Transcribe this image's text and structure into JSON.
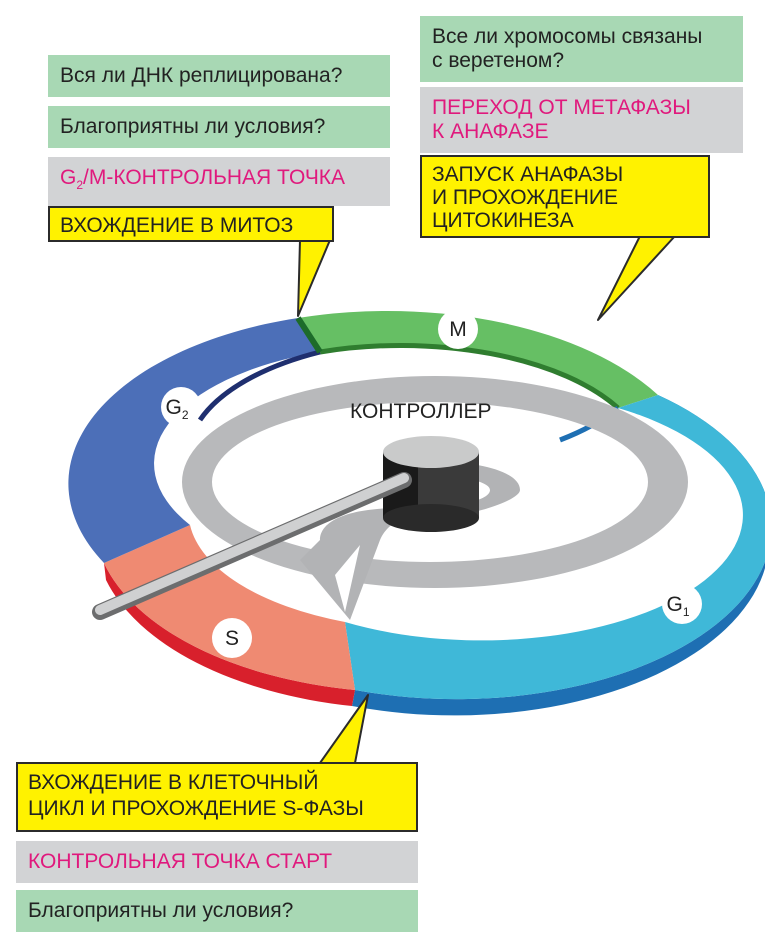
{
  "top_left": {
    "q_dna": "Вся ли ДНК реплицирована?",
    "q_conditions": "Благоприятны ли условия?",
    "checkpoint_main": "G",
    "checkpoint_sub": "2",
    "checkpoint_rest": "/М-КОНТРОЛЬНАЯ ТОЧКА",
    "event": "ВХОЖДЕНИЕ В МИТОЗ"
  },
  "top_right": {
    "q_chromosomes": "Все ли хромосомы связаны\nс веретеном?",
    "checkpoint": "ПЕРЕХОД ОТ МЕТАФАЗЫ\nК АНАФАЗЕ",
    "event": "ЗАПУСК АНАФАЗЫ\nИ ПРОХОЖДЕНИЕ\nЦИТОКИНЕЗА"
  },
  "bottom": {
    "event": "ВХОЖДЕНИЕ В КЛЕТОЧНЫЙ\nЦИКЛ И ПРОХОЖДЕНИЕ S-ФАЗЫ",
    "checkpoint": "КОНТРОЛЬНАЯ ТОЧКА СТАРТ",
    "q_conditions": "Благоприятны ли условия?"
  },
  "cycle": {
    "controller_label": "КОНТРОЛЛЕР",
    "phases": {
      "m": "M",
      "g1_main": "G",
      "g1_sub": "1",
      "s": "S",
      "g2_main": "G",
      "g2_sub": "2"
    }
  },
  "colors": {
    "magenta_text": "#e0197d",
    "green_box": "#a8d8b4",
    "grey_box": "#d2d3d5",
    "yellow_box": "#fff200",
    "phase_m": "#66bf64",
    "phase_g1": "#3fb8d8",
    "phase_s": "#ef8a72",
    "phase_g2": "#4c6fb8"
  }
}
